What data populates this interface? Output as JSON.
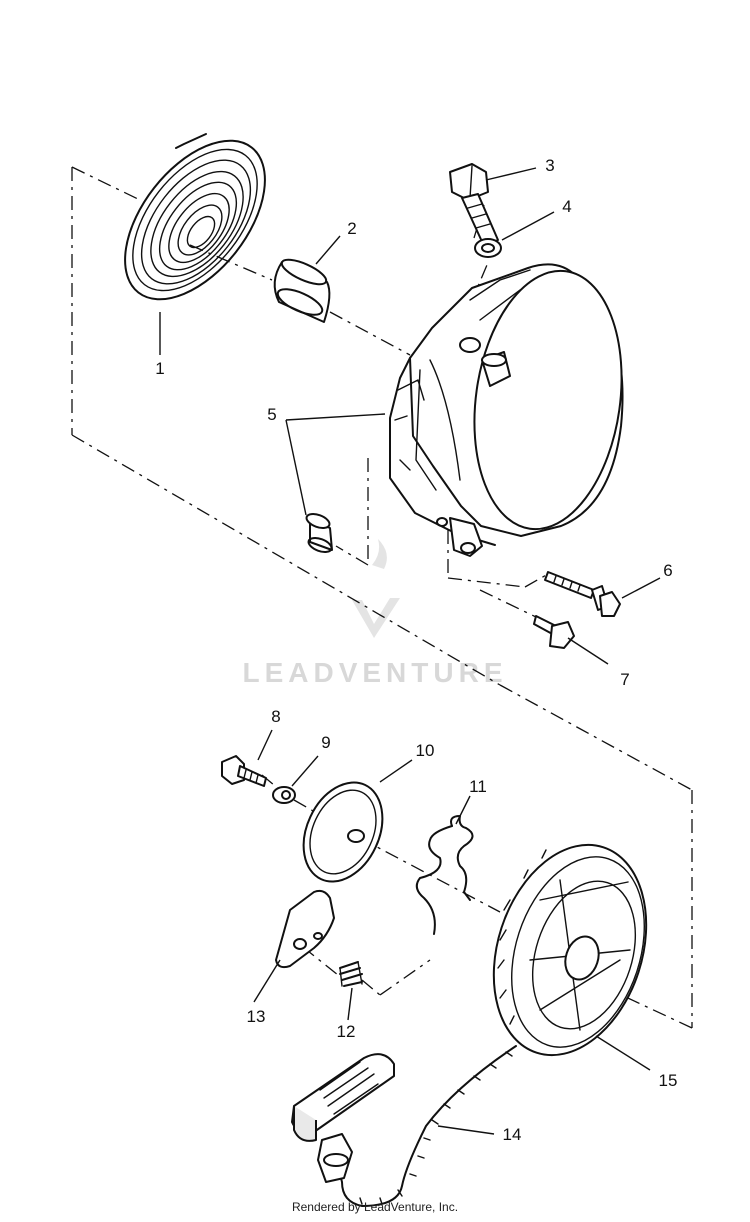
{
  "watermark": {
    "brand": "LEADVENTURE"
  },
  "credit": "Rendered by LeadVenture, Inc.",
  "callouts": [
    {
      "id": "1",
      "part": "recoil-spring"
    },
    {
      "id": "2",
      "part": "bushing"
    },
    {
      "id": "3",
      "part": "hex-bolt"
    },
    {
      "id": "4",
      "part": "washer"
    },
    {
      "id": "5",
      "part": "collar"
    },
    {
      "id": "6",
      "part": "flange-bolt"
    },
    {
      "id": "7",
      "part": "bolt"
    },
    {
      "id": "8",
      "part": "bolt"
    },
    {
      "id": "9",
      "part": "washer"
    },
    {
      "id": "10",
      "part": "friction-plate"
    },
    {
      "id": "11",
      "part": "spring-clip"
    },
    {
      "id": "12",
      "part": "ratchet-spring"
    },
    {
      "id": "13",
      "part": "ratchet"
    },
    {
      "id": "14",
      "part": "starter-rope"
    },
    {
      "id": "15",
      "part": "rope-reel"
    }
  ]
}
